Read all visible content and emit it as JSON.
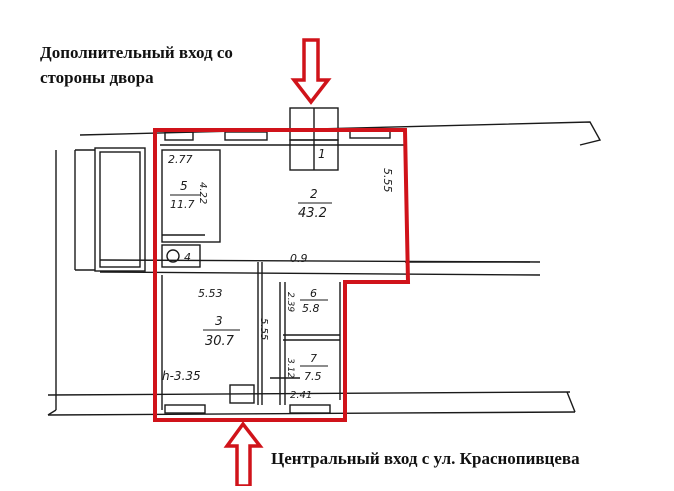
{
  "captions": {
    "side_entrance": "Дополнительный вход со стороны двора",
    "main_entrance": "Центральный вход с ул. Краснопивцева"
  },
  "rooms": [
    {
      "number": "1",
      "area": ""
    },
    {
      "number": "2",
      "area": "43.2"
    },
    {
      "number": "3",
      "area": "30.7"
    },
    {
      "number": "4",
      "area": ""
    },
    {
      "number": "5",
      "area": "11.7"
    },
    {
      "number": "6",
      "area": "5.8"
    },
    {
      "number": "7",
      "area": "7.5"
    }
  ],
  "dimensions": {
    "top_left_width": "2.77",
    "room5_height": "4.22",
    "right_wall": "5.55",
    "corridor_width": "0.9",
    "room3_width": "5.53",
    "room3_depth": "5.55",
    "room6_width": "2.39",
    "room7_height": "3.12",
    "room7_width": "2.41",
    "ceiling_height": "h-3.35"
  },
  "colors": {
    "highlight": "#d0131a",
    "drawing": "#1a1a1a"
  }
}
